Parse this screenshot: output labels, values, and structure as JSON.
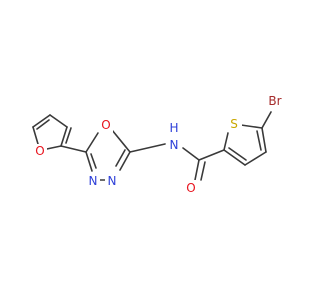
{
  "molecule": {
    "atoms": {
      "br": {
        "label": "Br",
        "color": "#a52a2a"
      },
      "s": {
        "label": "S",
        "color": "#c9a800"
      },
      "nh": {
        "label": "N",
        "sublabel": "H",
        "color": "#2d3fd8"
      },
      "n_ring_left": {
        "label": "N",
        "color": "#2d3fd8"
      },
      "n_ring_right": {
        "label": "N",
        "color": "#2d3fd8"
      },
      "o_ring": {
        "label": "O",
        "color": "#e8141e"
      },
      "o_furan": {
        "label": "O",
        "color": "#e8141e"
      },
      "o_carbonyl": {
        "label": "O",
        "color": "#e8141e"
      }
    },
    "bond_color": "#3a3a3a"
  }
}
